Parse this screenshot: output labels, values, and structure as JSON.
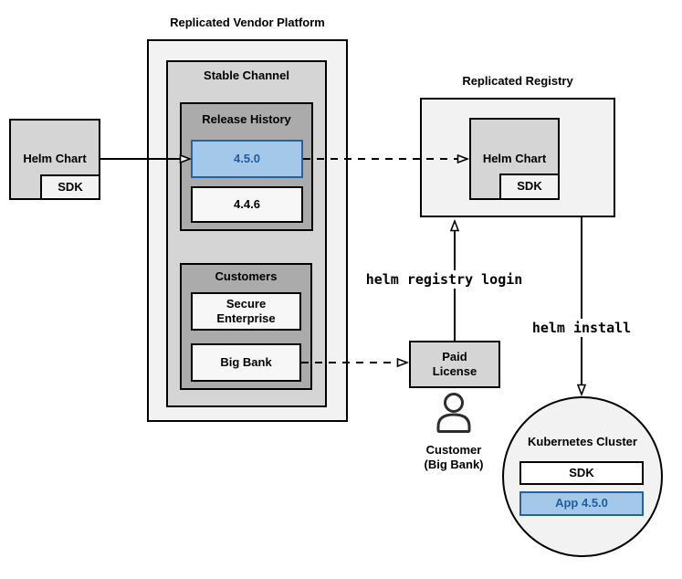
{
  "colors": {
    "highlight_fill": "#a4c8e9",
    "highlight_border": "#23639f",
    "highlight_text": "#1c5e9e",
    "surface_light": "#f2f2f2",
    "surface_lighter": "#f7f7f7",
    "surface_mid": "#d5d5d5",
    "surface_dark": "#ababab",
    "line": "#000000"
  },
  "vendor_platform": {
    "title": "Replicated Vendor Platform",
    "stable_channel": {
      "title": "Stable Channel",
      "release_history": {
        "title": "Release History",
        "versions": [
          {
            "label": "4.5.0",
            "highlighted": true
          },
          {
            "label": "4.4.6",
            "highlighted": false
          }
        ]
      },
      "customers": {
        "title": "Customers",
        "items": [
          {
            "label": "Secure Enterprise"
          },
          {
            "label": "Big Bank"
          }
        ]
      }
    }
  },
  "source_chart": {
    "label": "Helm Chart",
    "sdk": "SDK"
  },
  "registry": {
    "title": "Replicated Registry",
    "helm_chart": "Helm Chart",
    "sdk": "SDK"
  },
  "paid_license": {
    "label": "Paid License"
  },
  "customer": {
    "name": "Customer",
    "detail": "(Big Bank)"
  },
  "cluster": {
    "title": "Kubernetes Cluster",
    "sdk": "SDK",
    "app": "App 4.5.0"
  },
  "commands": {
    "registry_login": "helm registry login",
    "install": "helm install"
  },
  "icons": {
    "customer": "person-icon"
  }
}
